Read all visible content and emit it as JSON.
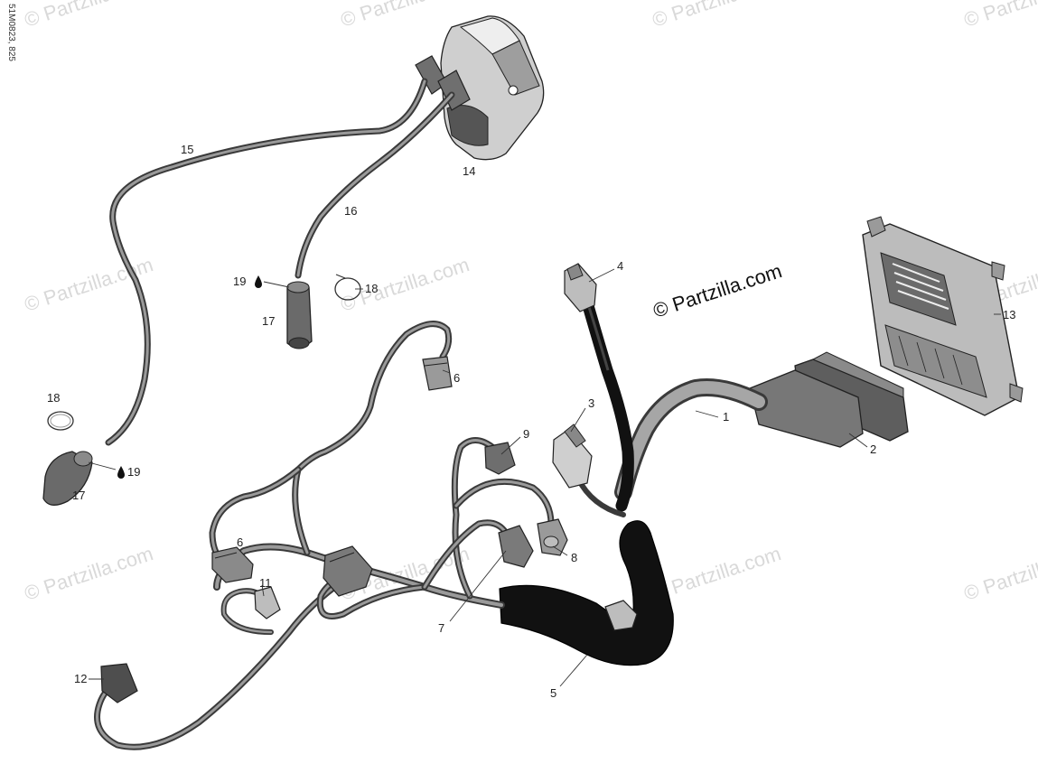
{
  "diagram": {
    "drawing_code": "51M0823, 825",
    "brand_watermark": "© Partzilla.com",
    "background_watermark": "© Partzilla.com",
    "callouts": [
      {
        "id": "c1",
        "text": "1"
      },
      {
        "id": "c2",
        "text": "2"
      },
      {
        "id": "c3",
        "text": "3"
      },
      {
        "id": "c4",
        "text": "4"
      },
      {
        "id": "c5",
        "text": "5"
      },
      {
        "id": "c6a",
        "text": "6"
      },
      {
        "id": "c6b",
        "text": "6"
      },
      {
        "id": "c7",
        "text": "7"
      },
      {
        "id": "c8",
        "text": "8"
      },
      {
        "id": "c9",
        "text": "9"
      },
      {
        "id": "c11",
        "text": "11"
      },
      {
        "id": "c12",
        "text": "12"
      },
      {
        "id": "c13",
        "text": "13"
      },
      {
        "id": "c14",
        "text": "14"
      },
      {
        "id": "c15",
        "text": "15"
      },
      {
        "id": "c16",
        "text": "16"
      },
      {
        "id": "c17a",
        "text": "17"
      },
      {
        "id": "c17b",
        "text": "17"
      },
      {
        "id": "c18a",
        "text": "18"
      },
      {
        "id": "c18b",
        "text": "18"
      },
      {
        "id": "c19a",
        "text": "19"
      },
      {
        "id": "c19b",
        "text": "19"
      }
    ],
    "colors": {
      "line": "#222222",
      "wire_dark": "#3a3a3a",
      "sleeve": "#111111",
      "watermark": "#d9d9d9"
    }
  }
}
